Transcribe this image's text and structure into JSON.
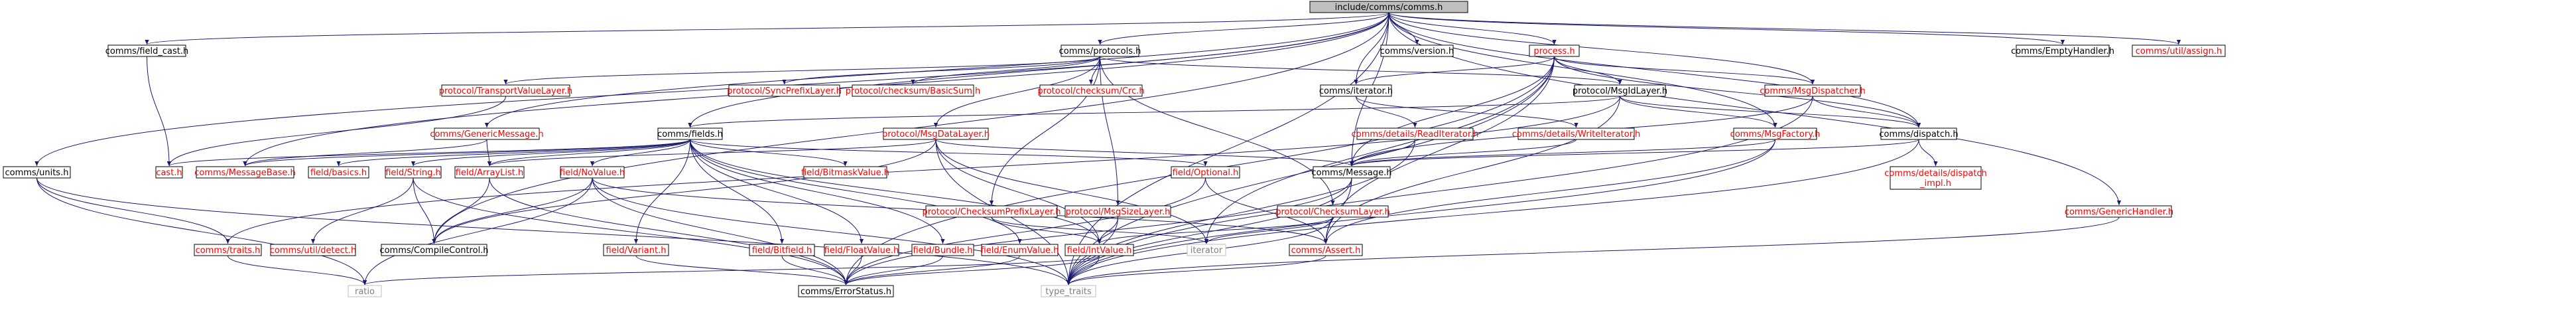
{
  "colors": {
    "edge": "#191970",
    "root_fill": "#bfbfbf",
    "link_text": "#000000",
    "missing_text": "#ff0000",
    "external_text": "#7f7f7f"
  },
  "nodes": [
    {
      "id": "root",
      "label": "include/comms/comms.h",
      "kind": "root"
    },
    {
      "id": "field_cast",
      "label": "comms/field_cast.h",
      "kind": "doc"
    },
    {
      "id": "protocols",
      "label": "comms/protocols.h",
      "kind": "doc"
    },
    {
      "id": "version",
      "label": "comms/version.h",
      "kind": "doc"
    },
    {
      "id": "process",
      "label": "process.h",
      "kind": "missing"
    },
    {
      "id": "emptyhandler",
      "label": "comms/EmptyHandler.h",
      "kind": "doc"
    },
    {
      "id": "util_assign",
      "label": "comms/util/assign.h",
      "kind": "missing"
    },
    {
      "id": "transport_value",
      "label": "protocol/TransportValueLayer.h",
      "kind": "missing"
    },
    {
      "id": "sync_prefix",
      "label": "protocol/SyncPrefixLayer.h",
      "kind": "missing"
    },
    {
      "id": "checksum_basicsum",
      "label": "protocol/checksum/BasicSum.h",
      "kind": "missing"
    },
    {
      "id": "checksum_crc",
      "label": "protocol/checksum/Crc.h",
      "kind": "missing"
    },
    {
      "id": "iterator_h",
      "label": "comms/iterator.h",
      "kind": "doc"
    },
    {
      "id": "msgid_layer",
      "label": "protocol/MsgIdLayer.h",
      "kind": "doc"
    },
    {
      "id": "msg_dispatcher",
      "label": "comms/MsgDispatcher.h",
      "kind": "missing"
    },
    {
      "id": "generic_message",
      "label": "comms/GenericMessage.h",
      "kind": "missing"
    },
    {
      "id": "fields",
      "label": "comms/fields.h",
      "kind": "doc"
    },
    {
      "id": "msg_data_layer",
      "label": "protocol/MsgDataLayer.h",
      "kind": "missing"
    },
    {
      "id": "read_iterator",
      "label": "comms/details/ReadIterator.h",
      "kind": "missing"
    },
    {
      "id": "write_iterator",
      "label": "comms/details/WriteIterator.h",
      "kind": "missing"
    },
    {
      "id": "msg_factory",
      "label": "comms/MsgFactory.h",
      "kind": "missing"
    },
    {
      "id": "dispatch",
      "label": "comms/dispatch.h",
      "kind": "doc"
    },
    {
      "id": "units",
      "label": "comms/units.h",
      "kind": "doc"
    },
    {
      "id": "cast",
      "label": "cast.h",
      "kind": "missing"
    },
    {
      "id": "message_base",
      "label": "comms/MessageBase.h",
      "kind": "missing"
    },
    {
      "id": "field_basics",
      "label": "field/basics.h",
      "kind": "missing"
    },
    {
      "id": "field_string",
      "label": "field/String.h",
      "kind": "missing"
    },
    {
      "id": "field_arraylist",
      "label": "field/ArrayList.h",
      "kind": "missing"
    },
    {
      "id": "field_novalue",
      "label": "field/NoValue.h",
      "kind": "missing"
    },
    {
      "id": "field_bitmask",
      "label": "field/BitmaskValue.h",
      "kind": "missing"
    },
    {
      "id": "field_optional",
      "label": "field/Optional.h",
      "kind": "missing"
    },
    {
      "id": "checksum_prefix",
      "label": "protocol/ChecksumPrefixLayer.h",
      "kind": "missing"
    },
    {
      "id": "msgsize_layer",
      "label": "protocol/MsgSizeLayer.h",
      "kind": "missing"
    },
    {
      "id": "checksum_layer",
      "label": "protocol/ChecksumLayer.h",
      "kind": "missing"
    },
    {
      "id": "message",
      "label": "comms/Message.h",
      "kind": "doc"
    },
    {
      "id": "details_dispatch",
      "label": "comms/details/dispatch\n_impl.h",
      "kind": "missing"
    },
    {
      "id": "generic_handler",
      "label": "comms/GenericHandler.h",
      "kind": "missing"
    },
    {
      "id": "traits",
      "label": "comms/traits.h",
      "kind": "missing"
    },
    {
      "id": "util_detect",
      "label": "comms/util/detect.h",
      "kind": "missing"
    },
    {
      "id": "compile_control",
      "label": "comms/CompileControl.h",
      "kind": "doc"
    },
    {
      "id": "field_variant",
      "label": "field/Variant.h",
      "kind": "missing"
    },
    {
      "id": "field_bitfield",
      "label": "field/Bitfield.h",
      "kind": "missing"
    },
    {
      "id": "field_floatvalue",
      "label": "field/FloatValue.h",
      "kind": "missing"
    },
    {
      "id": "field_bundle",
      "label": "field/Bundle.h",
      "kind": "missing"
    },
    {
      "id": "field_enumvalue",
      "label": "field/EnumValue.h",
      "kind": "missing"
    },
    {
      "id": "field_intvalue",
      "label": "field/IntValue.h",
      "kind": "missing"
    },
    {
      "id": "iterator_std",
      "label": "iterator",
      "kind": "ext"
    },
    {
      "id": "assert_h",
      "label": "comms/Assert.h",
      "kind": "missing"
    },
    {
      "id": "ratio",
      "label": "ratio",
      "kind": "ext"
    },
    {
      "id": "error_status",
      "label": "comms/ErrorStatus.h",
      "kind": "doc"
    },
    {
      "id": "type_traits",
      "label": "type_traits",
      "kind": "ext"
    }
  ]
}
